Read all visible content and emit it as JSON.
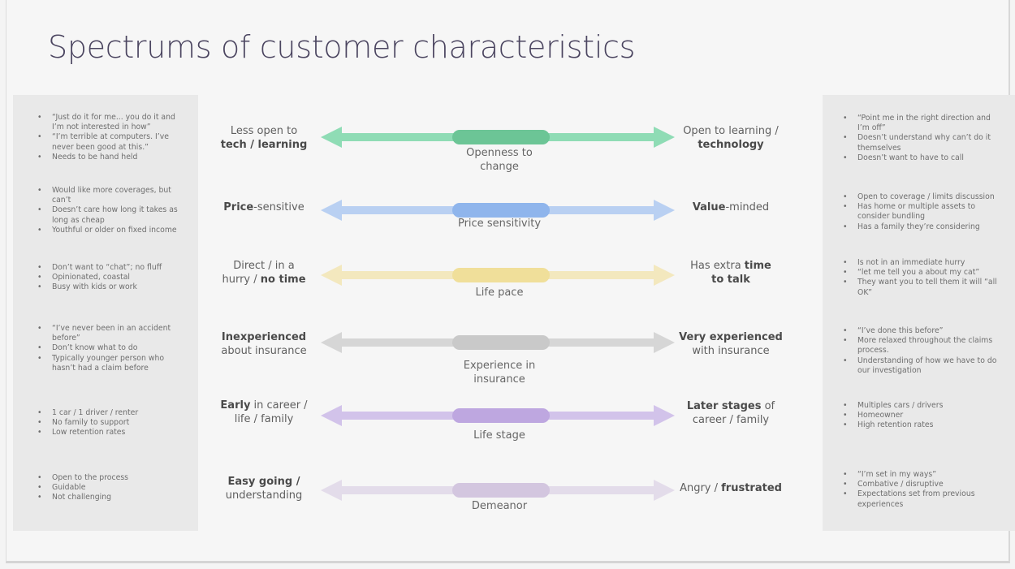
{
  "title": "Spectrums of customer characteristics",
  "spectrums": [
    {
      "name": "Openness to change",
      "center_label_lines": [
        "Openness to",
        "change"
      ],
      "color": "#8fdcb5",
      "pill_color": "#6cc596",
      "left_label": [
        {
          "text": "Less open to",
          "bold": false
        },
        {
          "text": "\ntech / learning",
          "bold": true
        }
      ],
      "right_label": [
        {
          "text": "Open to learning /",
          "bold": false
        },
        {
          "text": "\ntechnology",
          "bold": true
        }
      ],
      "left_bullets": [
        "“Just do it for me... you do it and I’m not interested in how”",
        "“I’m terrible at computers. I’ve never been good at this.”",
        "Needs to be hand held"
      ],
      "right_bullets": [
        "“Point me in the right direction and I’m off”",
        "Doesn’t understand why can’t do it themselves",
        "Doesn’t want to have to call"
      ]
    },
    {
      "name": "Price sensitivity",
      "center_label_lines": [
        "Price sensitivity"
      ],
      "color": "#b9d0f2",
      "pill_color": "#8fb5ec",
      "left_label": [
        {
          "text": "Price",
          "bold": true
        },
        {
          "text": "-sensitive",
          "bold": false
        }
      ],
      "right_label": [
        {
          "text": "Value",
          "bold": true
        },
        {
          "text": "-minded",
          "bold": false
        }
      ],
      "left_bullets": [
        "Would like more coverages, but can’t",
        "Doesn’t care how long it takes as long as cheap",
        "Youthful or older on fixed income"
      ],
      "right_bullets": [
        "Open to coverage / limits discussion",
        "Has home or multiple assets to consider bundling",
        "Has a family they’re considering"
      ]
    },
    {
      "name": "Life pace",
      "center_label_lines": [
        "Life pace"
      ],
      "color": "#f3e8be",
      "pill_color": "#f0df9a",
      "left_label": [
        {
          "text": "Direct / in a\nhurry / ",
          "bold": false
        },
        {
          "text": "no time",
          "bold": true
        }
      ],
      "right_label": [
        {
          "text": "Has extra ",
          "bold": false
        },
        {
          "text": "time\nto talk",
          "bold": true
        }
      ],
      "left_bullets": [
        "Don’t want to “chat”; no fluff",
        "Opinionated, coastal",
        "Busy with kids or work"
      ],
      "right_bullets": [
        "Is not in an immediate hurry",
        "“let me tell you a about my cat”",
        "They want you to tell them it will “all OK”"
      ]
    },
    {
      "name": "Experience in insurance",
      "center_label_lines": [
        "Experience in",
        "insurance"
      ],
      "color": "#d6d6d6",
      "pill_color": "#c9c9c9",
      "left_label": [
        {
          "text": "Inexperienced",
          "bold": true
        },
        {
          "text": "\nabout insurance",
          "bold": false
        }
      ],
      "right_label": [
        {
          "text": "Very experienced",
          "bold": true
        },
        {
          "text": "\nwith insurance",
          "bold": false
        }
      ],
      "left_bullets": [
        "“I’ve never been in an accident before”",
        "Don’t know what to do",
        "Typically younger person who hasn’t had a claim before"
      ],
      "right_bullets": [
        "“I’ve done this before”",
        "More relaxed throughout the claims process.",
        "Understanding of how we have to do our investigation"
      ]
    },
    {
      "name": "Life stage",
      "center_label_lines": [
        "Life stage"
      ],
      "color": "#d2c3ea",
      "pill_color": "#bea7e0",
      "left_label": [
        {
          "text": "Early",
          "bold": true
        },
        {
          "text": " in career /\nlife / family",
          "bold": false
        }
      ],
      "right_label": [
        {
          "text": "Later stages",
          "bold": true
        },
        {
          "text": " of\ncareer / family",
          "bold": false
        }
      ],
      "left_bullets": [
        "1 car / 1 driver / renter",
        "No family to support",
        "Low retention rates"
      ],
      "right_bullets": [
        "Multiples cars / drivers",
        "Homeowner",
        "High retention rates"
      ]
    },
    {
      "name": "Demeanor",
      "center_label_lines": [
        "Demeanor"
      ],
      "color": "#e3dcea",
      "pill_color": "#d3c6df",
      "left_label": [
        {
          "text": "Easy going /",
          "bold": true
        },
        {
          "text": "\nunderstanding",
          "bold": false
        }
      ],
      "right_label": [
        {
          "text": "Angry / ",
          "bold": false
        },
        {
          "text": "frustrated",
          "bold": true
        }
      ],
      "left_bullets": [
        "Open to the process",
        "Guidable",
        "Not challenging"
      ],
      "right_bullets": [
        "“I’m set in my ways”",
        "Combative / disruptive",
        "Expectations set from previous experiences"
      ]
    }
  ]
}
